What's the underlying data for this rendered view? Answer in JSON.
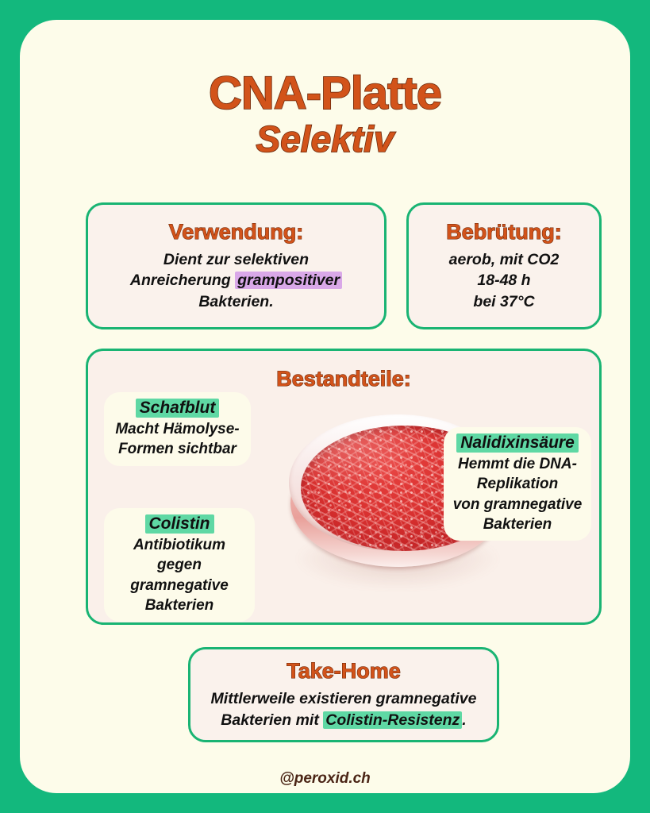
{
  "theme": {
    "background_green": "#13b87d",
    "card_cream": "#fdfcea",
    "panel_cream": "#faf2ec",
    "panel_pink": "#faf0ea",
    "accent_orange": "#d2531a",
    "border_green": "#19b473",
    "highlight_green": "#5fd8a4",
    "highlight_purple": "#d9a8e8",
    "agar_red": "#d8302f"
  },
  "title": {
    "main": "CNA-Platte",
    "subtitle": "Selektiv"
  },
  "usage_card": {
    "heading": "Verwendung:",
    "line1": "Dient zur selektiven",
    "line2_prefix": "Anreicherung ",
    "line2_highlight": "grampositiver",
    "line3": "Bakterien."
  },
  "incubation_card": {
    "heading": "Bebrütung:",
    "lines": [
      "aerob, mit CO2",
      "18-48 h",
      "bei 37°C"
    ]
  },
  "components": {
    "heading": "Bestandteile:",
    "items": [
      {
        "name": "Schafblut",
        "description": "Macht Hämolyse-\nFormen sichtbar"
      },
      {
        "name": "Colistin",
        "description": "Antibiotikum gegen\ngramnegative\nBakterien"
      },
      {
        "name": "Nalidixinsäure",
        "description": "Hemmt die DNA-\nReplikation\nvon gramnegative\nBakterien"
      }
    ],
    "image": "petri-dish-blood-agar"
  },
  "take_home": {
    "heading": "Take-Home",
    "line1": "Mittlerweile existieren gramnegative",
    "line2_prefix": "Bakterien mit ",
    "line2_highlight": "Colistin-Resistenz",
    "line2_suffix": "."
  },
  "footer": {
    "handle": "@peroxid.ch"
  }
}
